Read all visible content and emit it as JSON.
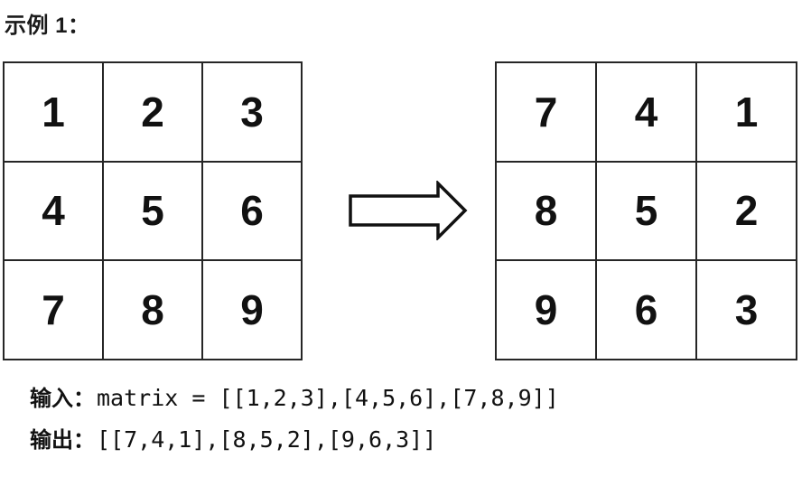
{
  "example": {
    "title": "示例 1："
  },
  "input_grid": {
    "rows": [
      [
        1,
        2,
        3
      ],
      [
        4,
        5,
        6
      ],
      [
        7,
        8,
        9
      ]
    ]
  },
  "output_grid": {
    "rows": [
      [
        7,
        4,
        1
      ],
      [
        8,
        5,
        2
      ],
      [
        9,
        6,
        3
      ]
    ]
  },
  "io": {
    "input_label": "输入：",
    "input_code": "matrix = [[1,2,3],[4,5,6],[7,8,9]]",
    "output_label": "输出：",
    "output_code": "[[7,4,1],[8,5,2],[9,6,3]]"
  },
  "icons": {
    "arrow": "right-arrow-icon"
  },
  "colors": {
    "background": "#ffffff",
    "text": "#111111",
    "grid_line": "#262626"
  }
}
